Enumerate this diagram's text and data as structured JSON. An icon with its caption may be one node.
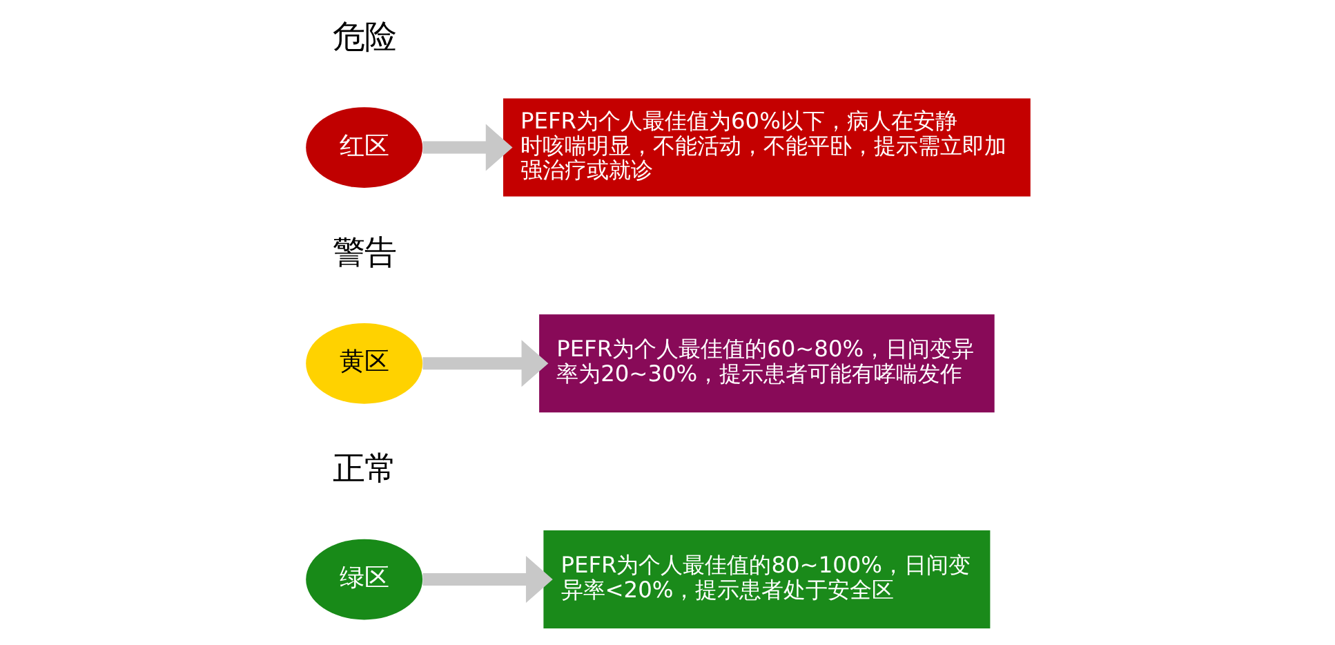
{
  "diagram": {
    "nodes": [
      {
        "text": [
          "绿区"
        ],
        "beside": [
          "正常"
        ]
      },
      {
        "text": [
          "PEFR为个人最佳值的80~100%，日间变异率<20%，提示患者处于安全区"
        ]
      },
      {
        "text": [
          "黄区"
        ],
        "beside": [
          "警告"
        ]
      },
      {
        "text": [
          "PEFR为个人最佳值的60~80%，日间变异率为20~30%，提示患者可能有哮喘发作"
        ]
      },
      {
        "text": [
          "红区"
        ],
        "beside": [
          "危险"
        ]
      },
      {
        "text": [
          "PEFR为个人最佳值为60%以下，病人在安静时咳喘明显，不能活动，不能平卧，提示需立即加强治疗或就诊"
        ]
      }
    ],
    "edges": [
      {
        "from": 0,
        "to": 1,
        "arrow": "to"
      },
      {
        "from": 2,
        "to": 3,
        "arrow": "to"
      },
      {
        "from": 4,
        "to": 5,
        "arrow": "to"
      }
    ]
  }
}
